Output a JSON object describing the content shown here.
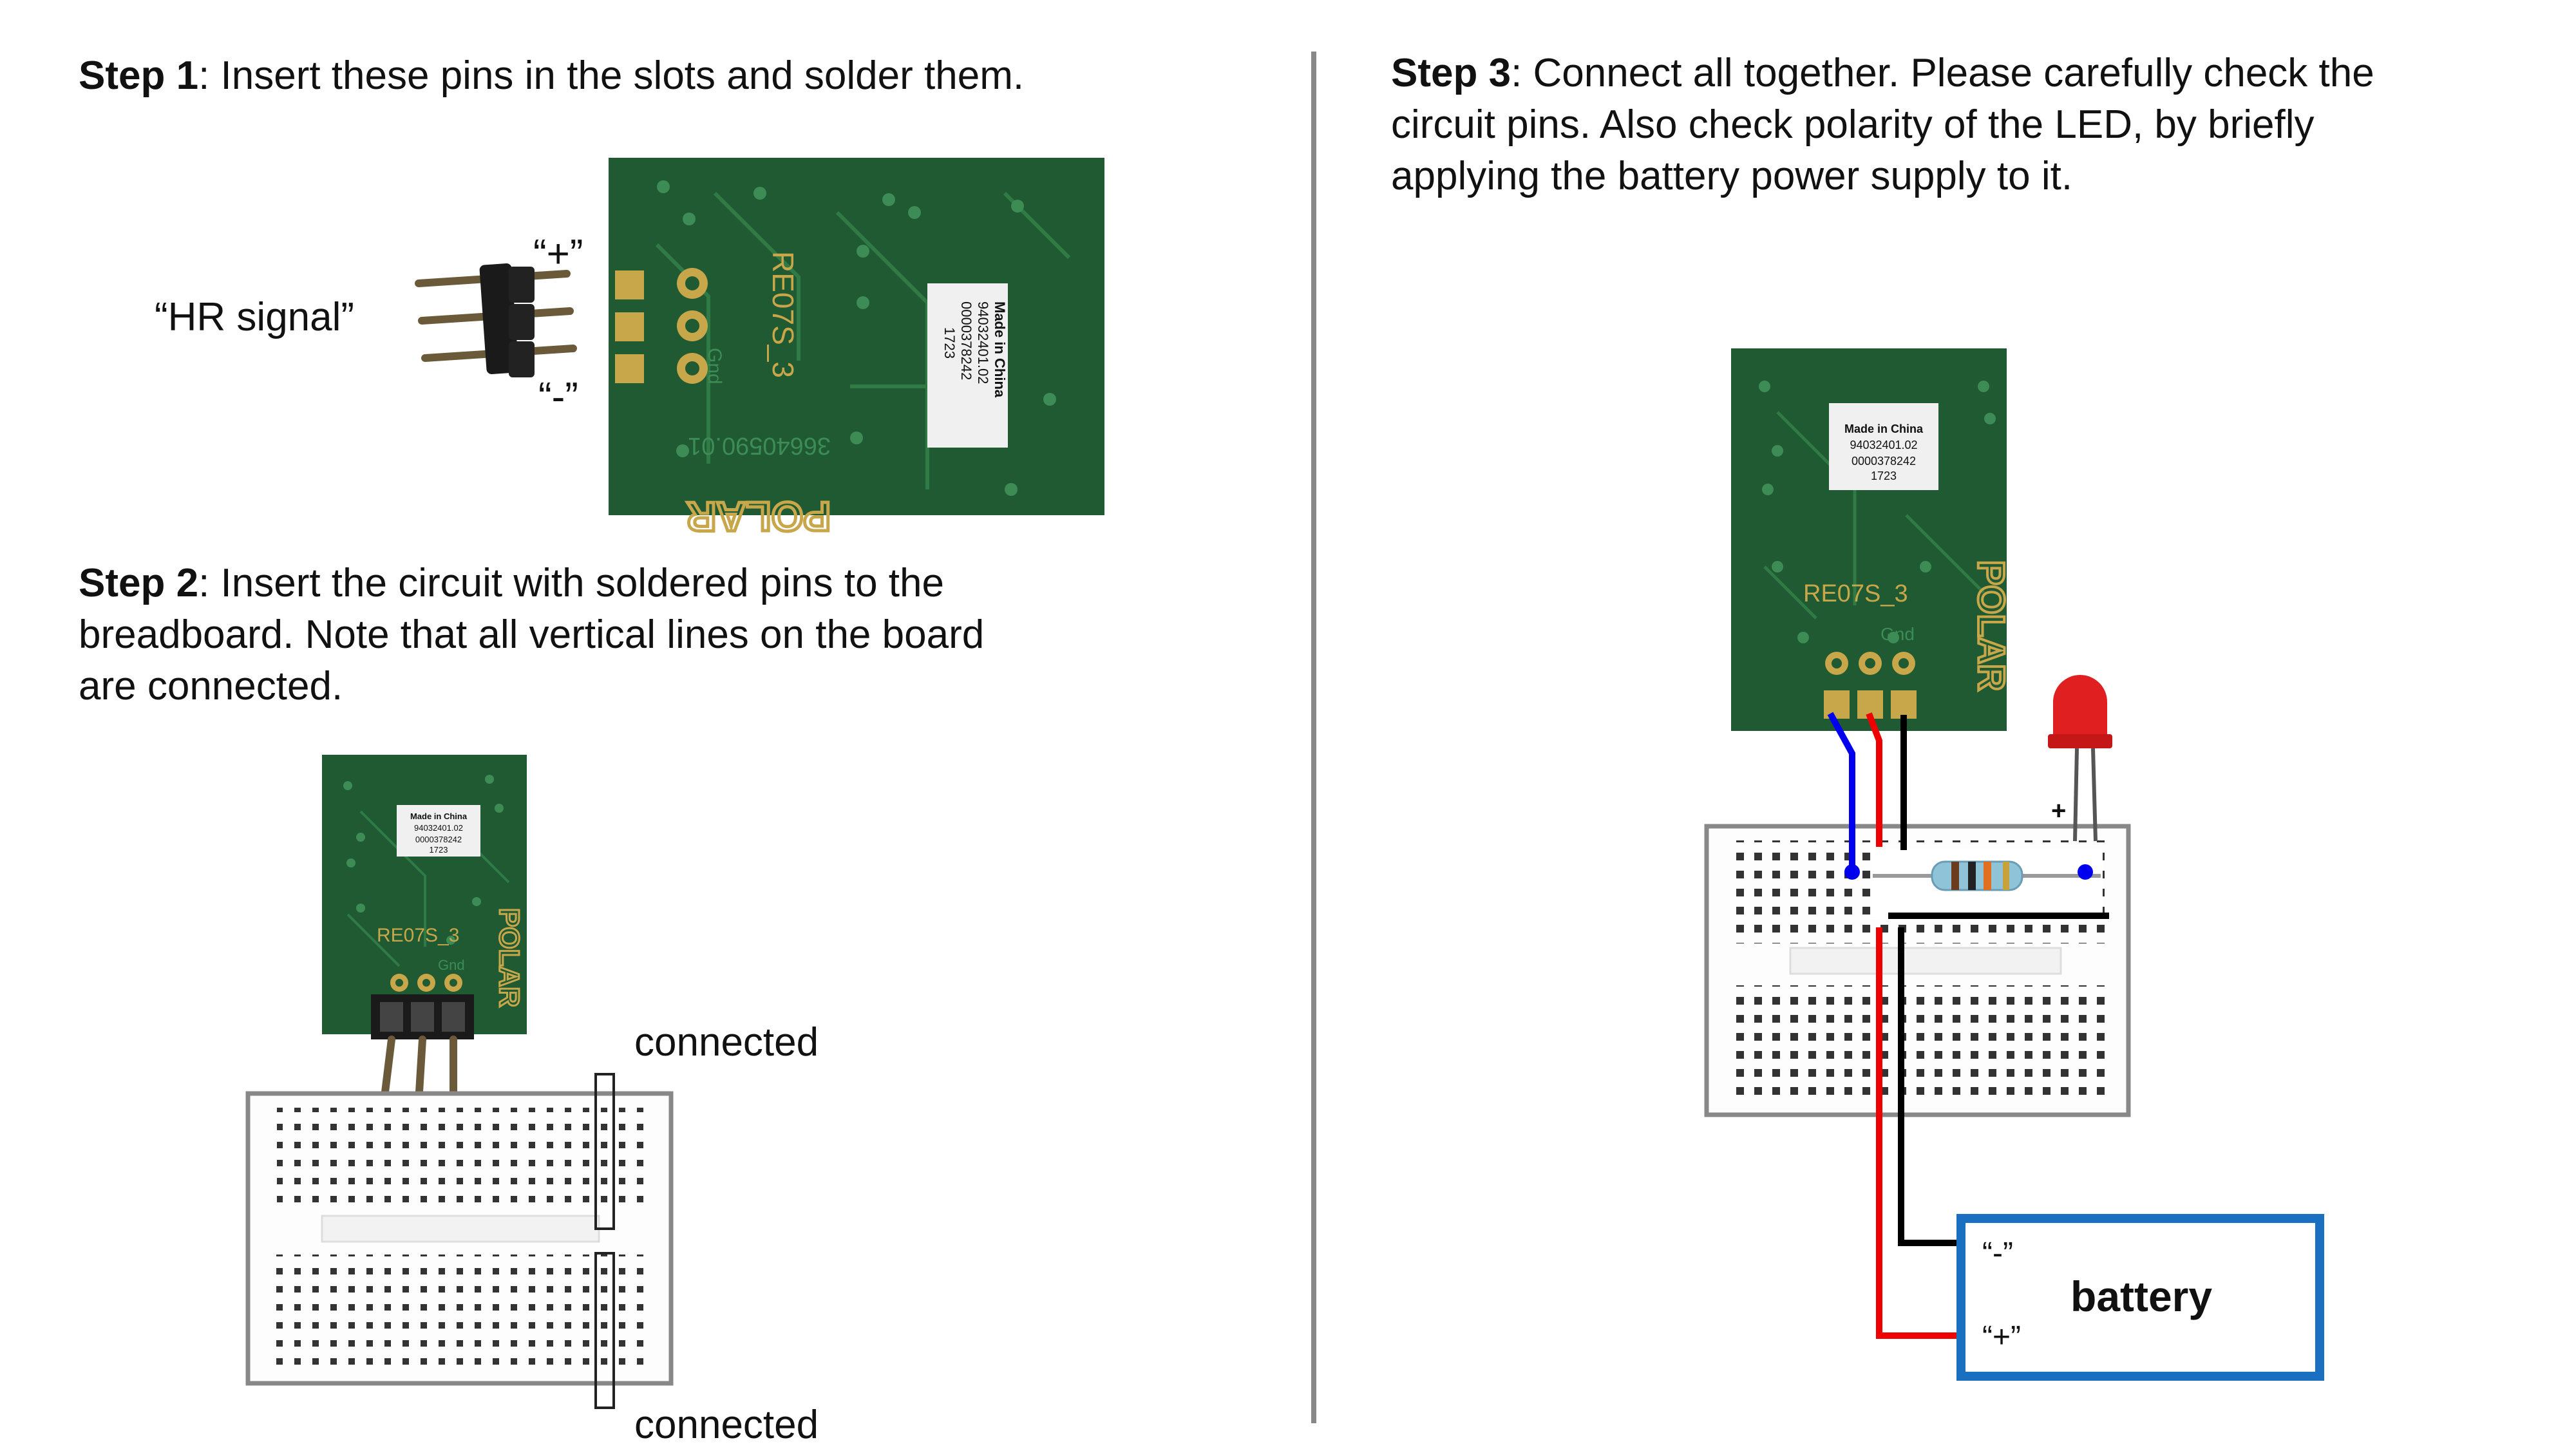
{
  "step1": {
    "heading": "Step 1",
    "text": ": Insert these pins in the slots and solder them.",
    "hr_signal": "“HR signal”",
    "plus": "“+”",
    "minus": "“-”"
  },
  "step2": {
    "heading": "Step 2",
    "text_line1": ": Insert the circuit with soldered pins to the",
    "text_line2": "breadboard. Note that all vertical lines on the board",
    "text_line3": "are connected.",
    "connected_top": "connected",
    "connected_bottom": "connected"
  },
  "step3": {
    "heading": "Step 3",
    "text_line1": ": Connect all together. Please carefully check the",
    "text_line2": "circuit pins. Also check polarity of the LED, by briefly",
    "text_line3": "applying the battery power supply to it.",
    "led_plus": "+",
    "battery_label": "battery",
    "battery_minus": "“-”",
    "battery_plus": "“+”"
  },
  "board": {
    "sticker_line1": "Made in China",
    "sticker_line2": "94032401.02",
    "sticker_line3": "0000378242",
    "sticker_line4": "1723",
    "model": "RE07S_3",
    "brand": "POLAR",
    "gnd": "Gnd",
    "serial": "36640590.01"
  },
  "colors": {
    "pcb": "#1f5a32",
    "pcb_trace": "#2f7a45",
    "gold": "#c8a64a",
    "wire_blue": "#0000ee",
    "wire_red": "#ee0000",
    "wire_black": "#000000",
    "battery_border": "#1a6fc0",
    "divider": "#888888",
    "led": "#e02020"
  }
}
